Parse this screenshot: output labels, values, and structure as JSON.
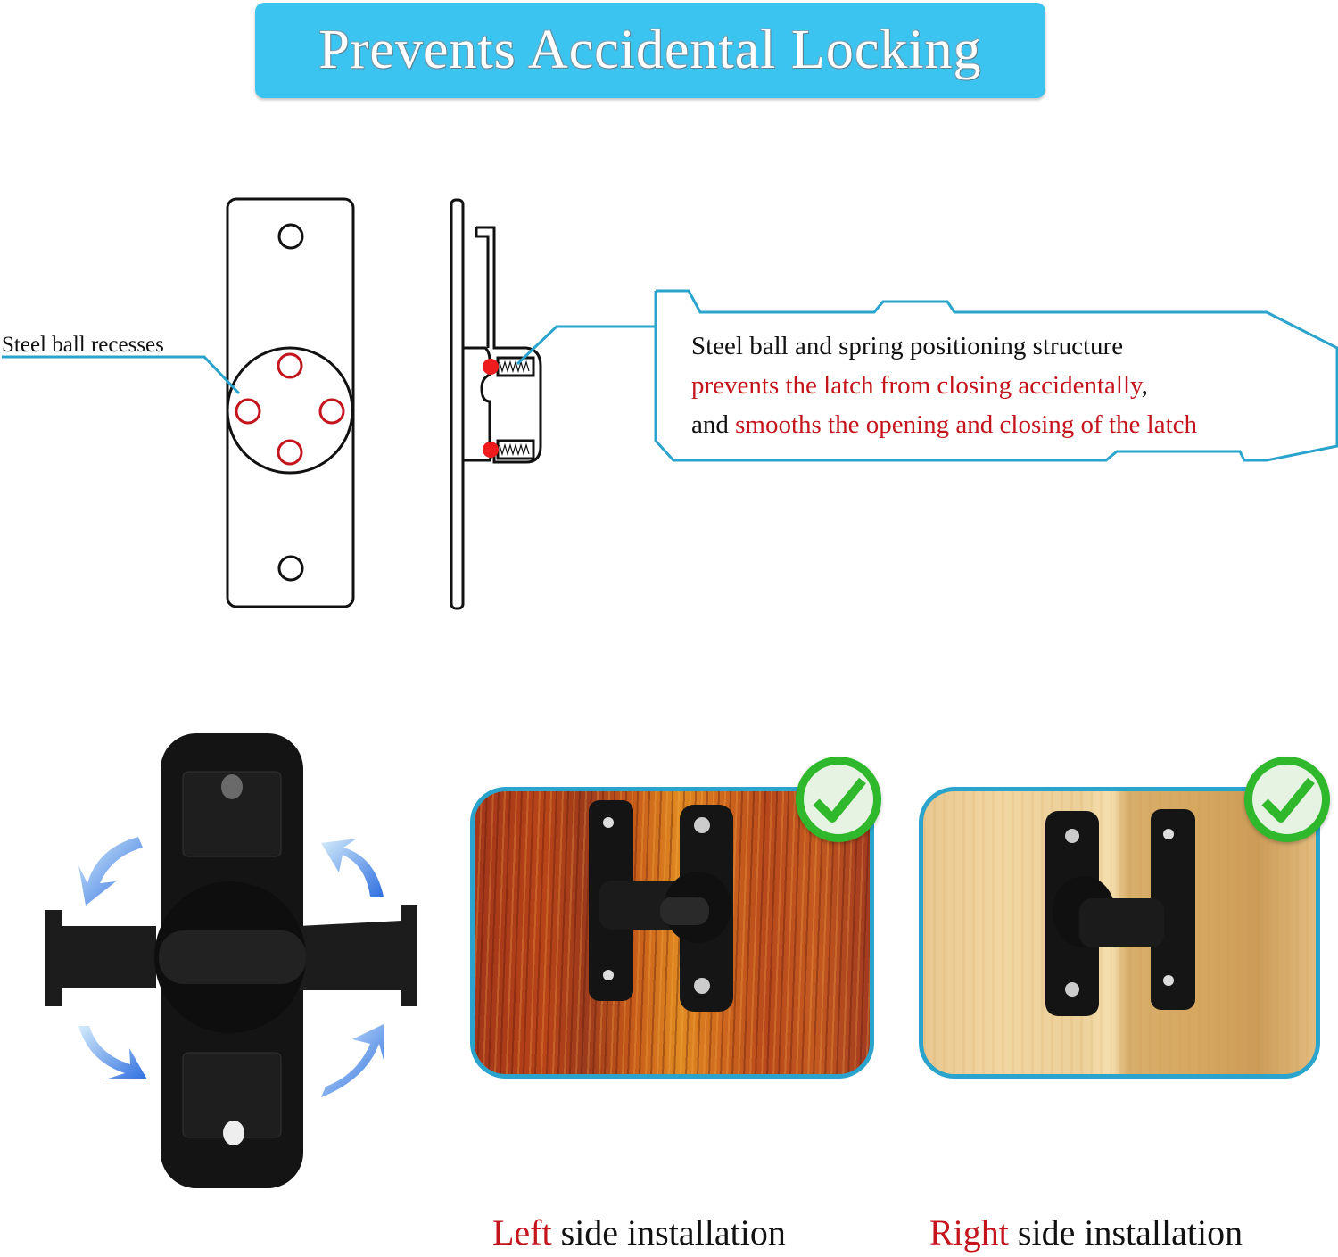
{
  "banner": {
    "title": "Prevents Accidental Locking",
    "bg_color": "#3cc4f0"
  },
  "diagram": {
    "front_view_label": "Steel ball recesses",
    "callout": {
      "line1": "Steel ball and spring positioning structure",
      "line2_red": "prevents the latch from closing accidentally",
      "line2_black": ",",
      "line3_black": "and ",
      "line3_red": "smooths the opening and closing of the latch"
    },
    "leader_color": "#2aa4cc",
    "accent_red": "#c4141c"
  },
  "product_photo": {
    "rotation_arrows": [
      "rotate-arrow-top-left",
      "rotate-arrow-top-right",
      "rotate-arrow-bottom-left",
      "rotate-arrow-bottom-right"
    ]
  },
  "installations": [
    {
      "highlight": "Left",
      "rest": " side installation",
      "wood": "dark",
      "check": "check-icon"
    },
    {
      "highlight": "Right",
      "rest": " side installation",
      "wood": "light",
      "check": "check-icon"
    }
  ]
}
